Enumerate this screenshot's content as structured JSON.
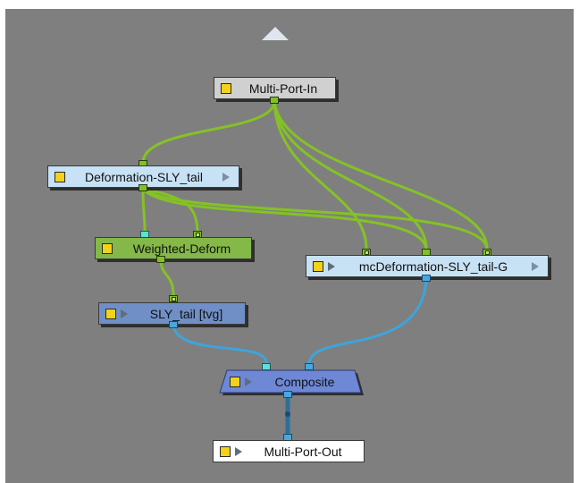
{
  "nodes": {
    "multi_port_in": {
      "label": "Multi-Port-In"
    },
    "deformation": {
      "label": "Deformation-SLY_tail"
    },
    "weighted_deform": {
      "label": "Weighted-Deform"
    },
    "mc_deformation": {
      "label": "mcDeformation-SLY_tail-G"
    },
    "sly_tail": {
      "label": "SLY_tail  [tvg]"
    },
    "composite": {
      "label": "Composite"
    },
    "multi_port_out": {
      "label": "Multi-Port-Out"
    }
  },
  "colors": {
    "canvas": "#7f7f7f",
    "green_wire": "#84c225",
    "blue_wire": "#3ea4dc",
    "gray_node": "#d0d0d0",
    "light_blue_node": "#c7e1f5",
    "green_node": "#84b848",
    "blue_node": "#6f8fc6",
    "composite_node": "#6f88d6",
    "white_node": "#ffffff",
    "toggle": "#f2d21a"
  },
  "icons": {
    "navigate_up": "up-arrow-icon",
    "enable_toggle": "yellow-square-icon",
    "expand": "play-triangle-icon"
  }
}
